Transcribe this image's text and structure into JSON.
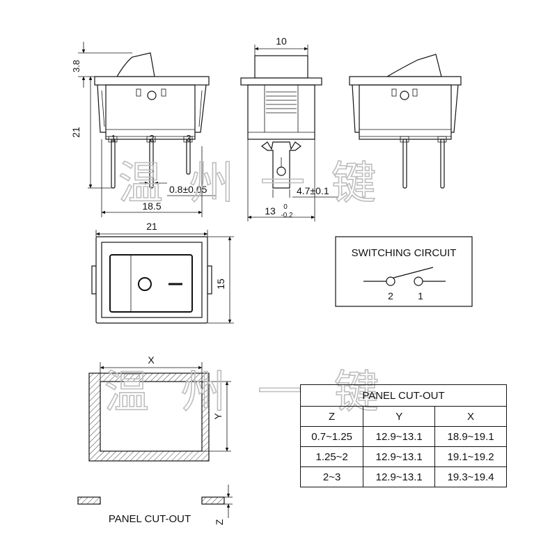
{
  "dimensions": {
    "top_height": "3.8",
    "body_height": "21",
    "top_width": "10",
    "pin_thickness": "0.8±0.05",
    "pin_spacing": "18.5",
    "pin_width": "4.7±0.1",
    "base_width": "13",
    "base_tol_upper": "0",
    "base_tol_lower": "-0.2",
    "face_width": "21",
    "face_height": "15",
    "cutout_x": "X",
    "cutout_y": "Y",
    "panel_z": "Z"
  },
  "pins": [
    "1",
    "2",
    "3"
  ],
  "switching_circuit": {
    "title": "SWITCHING CIRCUIT",
    "terminal_left": "2",
    "terminal_right": "1"
  },
  "panel_cutout_label": "PANEL CUT-OUT",
  "table": {
    "title": "PANEL CUT-OUT",
    "headers": [
      "Z",
      "Y",
      "X"
    ],
    "rows": [
      [
        "0.7~1.25",
        "12.9~13.1",
        "18.9~19.1"
      ],
      [
        "1.25~2",
        "12.9~13.1",
        "19.1~19.2"
      ],
      [
        "2~3",
        "12.9~13.1",
        "19.3~19.4"
      ]
    ]
  },
  "watermark": [
    "温州一键",
    "温州一键"
  ]
}
